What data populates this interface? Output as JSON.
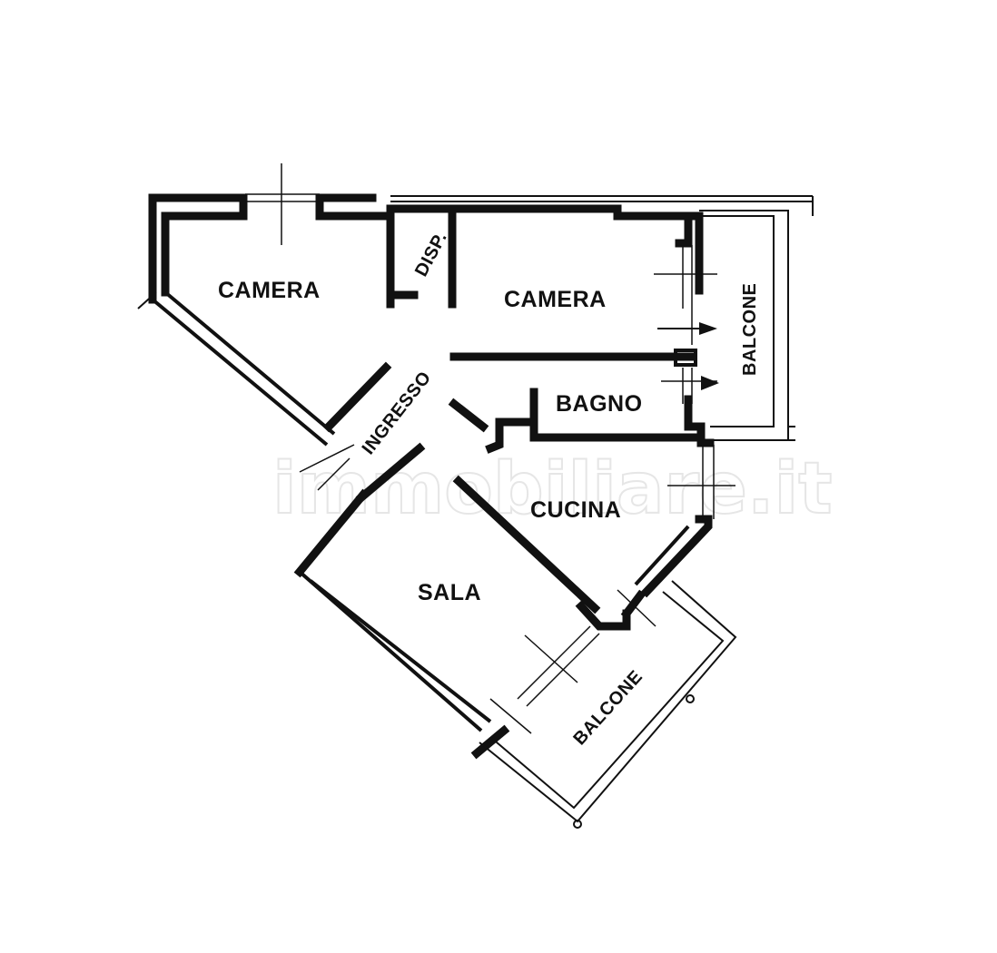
{
  "floorplan": {
    "rooms": [
      {
        "id": "camera-1",
        "label": "CAMERA"
      },
      {
        "id": "disp",
        "label": "DISP."
      },
      {
        "id": "camera-2",
        "label": "CAMERA"
      },
      {
        "id": "balcone-1",
        "label": "BALCONE"
      },
      {
        "id": "ingresso",
        "label": "INGRESSO"
      },
      {
        "id": "bagno",
        "label": "BAGNO"
      },
      {
        "id": "cucina",
        "label": "CUCINA"
      },
      {
        "id": "sala",
        "label": "SALA"
      },
      {
        "id": "balcone-2",
        "label": "BALCONE"
      }
    ],
    "watermark": "immobiliare.it"
  }
}
